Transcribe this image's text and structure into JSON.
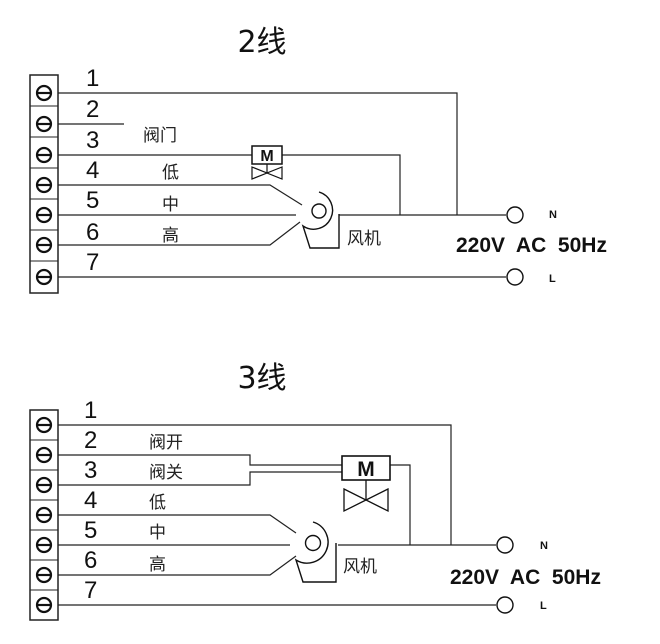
{
  "diagrams": [
    {
      "title": "2线",
      "terminals": [
        "1",
        "2",
        "3",
        "4",
        "5",
        "6",
        "7"
      ],
      "valve_labels": [
        "阀门"
      ],
      "speed_labels": {
        "low": "低",
        "mid": "中",
        "high": "高"
      },
      "fan_label": "风机",
      "motor_label": "M",
      "supply": {
        "voltage": "220V  AC  50Hz",
        "neutral": "N",
        "line": "L"
      }
    },
    {
      "title": "3线",
      "terminals": [
        "1",
        "2",
        "3",
        "4",
        "5",
        "6",
        "7"
      ],
      "valve_labels": [
        "阀开",
        "阀关"
      ],
      "speed_labels": {
        "low": "低",
        "mid": "中",
        "high": "高"
      },
      "fan_label": "风机",
      "motor_label": "M",
      "supply": {
        "voltage": "220V  AC  50Hz",
        "neutral": "N",
        "line": "L"
      }
    }
  ]
}
